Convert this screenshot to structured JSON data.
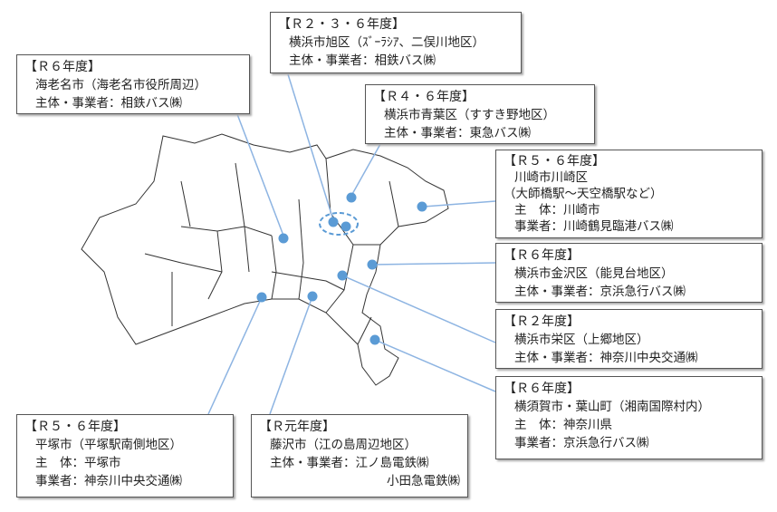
{
  "callouts": [
    {
      "year": "【Ｒ６年度】",
      "lines": [
        "海老名市（海老名市役所周辺）",
        "主体・事業者：相鉄バス㈱"
      ]
    },
    {
      "year": "【Ｒ２・３・６年度】",
      "lines": [
        "横浜市旭区（ｽﾞｰﾗｼｱ、二俣川地区）",
        "主体・事業者：相鉄バス㈱"
      ]
    },
    {
      "year": "【Ｒ４・６年度】",
      "lines": [
        "横浜市青葉区（すすき野地区）",
        "主体・事業者：東急バス㈱"
      ]
    },
    {
      "year": "【Ｒ５・６年度】",
      "lines": [
        "川崎市川崎区",
        "（大師橋駅～天空橋駅など）",
        "主　体：川崎市",
        "事業者：川崎鶴見臨港バス㈱"
      ]
    },
    {
      "year": "【Ｒ６年度】",
      "lines": [
        "横浜市金沢区（能見台地区）",
        "主体・事業者：京浜急行バス㈱"
      ]
    },
    {
      "year": "【Ｒ２年度】",
      "lines": [
        "横浜市栄区（上郷地区）",
        "主体・事業者：神奈川中央交通㈱"
      ]
    },
    {
      "year": "【Ｒ６年度】",
      "lines": [
        "横須賀市・葉山町（湘南国際村内）",
        "主　体：神奈川県",
        "事業者：京浜急行バス㈱"
      ]
    },
    {
      "year": "【Ｒ５・６年度】",
      "lines": [
        "平塚市（平塚駅南側地区）",
        "主　体：平塚市",
        "事業者：神奈川中央交通㈱"
      ]
    },
    {
      "year": "【Ｒ元年度】",
      "lines": [
        "藤沢市（江の島周辺地区）",
        "主体・事業者：江ノ島電鉄㈱"
      ],
      "extra": "小田急電鉄㈱"
    }
  ],
  "colors": {
    "dot": "#5b9bd5",
    "leader": "#8db4e2",
    "outline": "#333333"
  }
}
